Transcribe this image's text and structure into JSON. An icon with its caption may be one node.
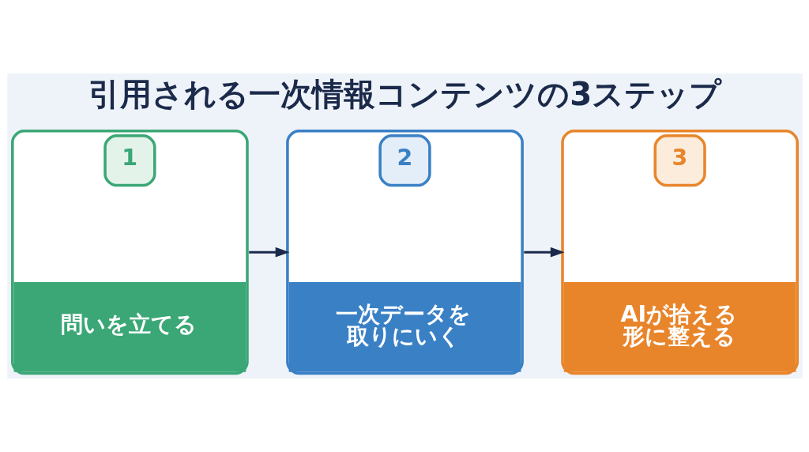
{
  "diagram": {
    "title": "引用される一次情報コンテンツの3ステップ",
    "nodes": [
      {
        "text": [
          "1",
          "問いを立てる"
        ]
      },
      {
        "text": [
          "2",
          "一次データを取りにいく"
        ]
      },
      {
        "text": [
          "3",
          "AIが拾える形に整える"
        ]
      }
    ],
    "edges": [
      {
        "from": 0,
        "to": 1,
        "arrow": "to"
      },
      {
        "from": 1,
        "to": 2,
        "arrow": "to"
      }
    ]
  }
}
